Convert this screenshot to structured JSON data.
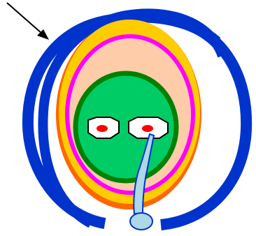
{
  "illustration": {
    "colors": {
      "background": "#ffffff",
      "outline": "#000000",
      "blue_ring": "#0033cc",
      "orange_band": "#ff6600",
      "gold_band": "#ffcc00",
      "magenta_ring": "#ff00ff",
      "peach_fill": "#ffccaa",
      "dark_green_ring": "#008000",
      "green_core": "#00cc66",
      "eye_fill": "#ffffff",
      "eye_pupil": "#ff0000",
      "stem_fill": "#add8e6",
      "stem_outline": "#0033cc"
    },
    "elements": [
      "arrow",
      "blue-spiral-ring",
      "orange-band",
      "gold-band",
      "magenta-ring",
      "peach-band",
      "green-core",
      "left-eye",
      "right-eye",
      "stem",
      "stem-bulb"
    ]
  }
}
